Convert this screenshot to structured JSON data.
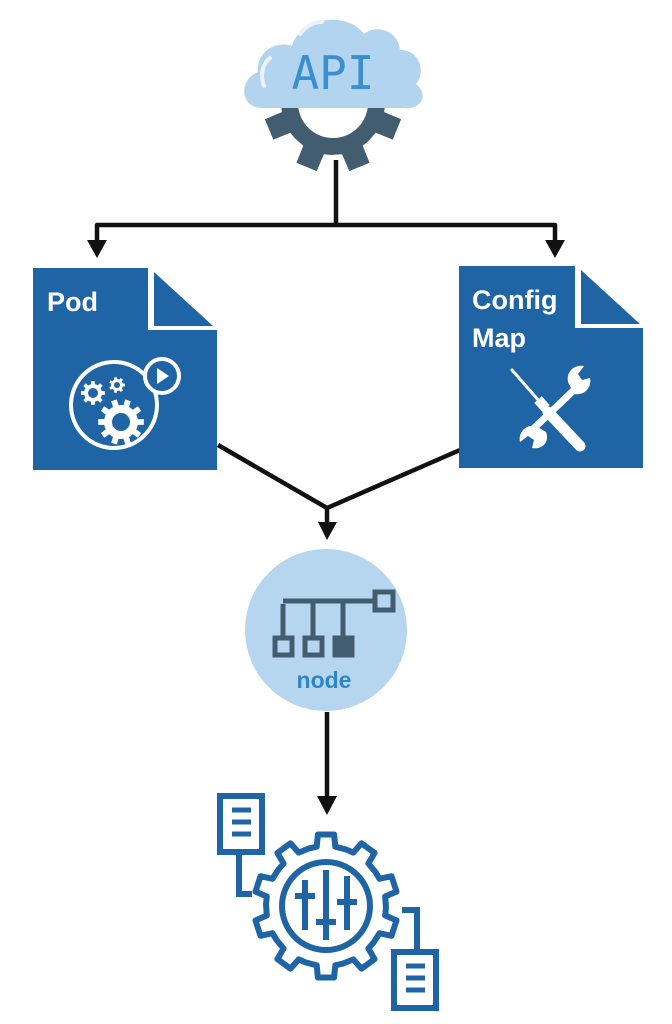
{
  "diagram": {
    "type": "flow",
    "colors": {
      "doc_blue": "#1f65a6",
      "cloud_light_blue": "#b3d4ef",
      "cloud_text_blue": "#3a8fd0",
      "gear_slate": "#425d70",
      "node_circle": "#b6d6f0",
      "node_text": "#2f86c6",
      "connector": "#111111",
      "outline_blue": "#1f65a6"
    },
    "nodes": {
      "api": {
        "label": "API",
        "icon": "cloud-gear-icon"
      },
      "pod": {
        "label": "Pod",
        "icon": "gears-play-icon"
      },
      "configmap": {
        "label_line1": "Config",
        "label_line2": "Map",
        "icon": "wrench-screwdriver-icon"
      },
      "node": {
        "label": "node",
        "icon": "hierarchy-icon"
      },
      "settings": {
        "icon": "gear-sliders-documents-icon"
      }
    },
    "edges": [
      {
        "from": "API",
        "to": "Pod"
      },
      {
        "from": "API",
        "to": "Config Map"
      },
      {
        "from": "Pod",
        "to": "node"
      },
      {
        "from": "Config Map",
        "to": "node"
      },
      {
        "from": "node",
        "to": "settings"
      }
    ]
  }
}
